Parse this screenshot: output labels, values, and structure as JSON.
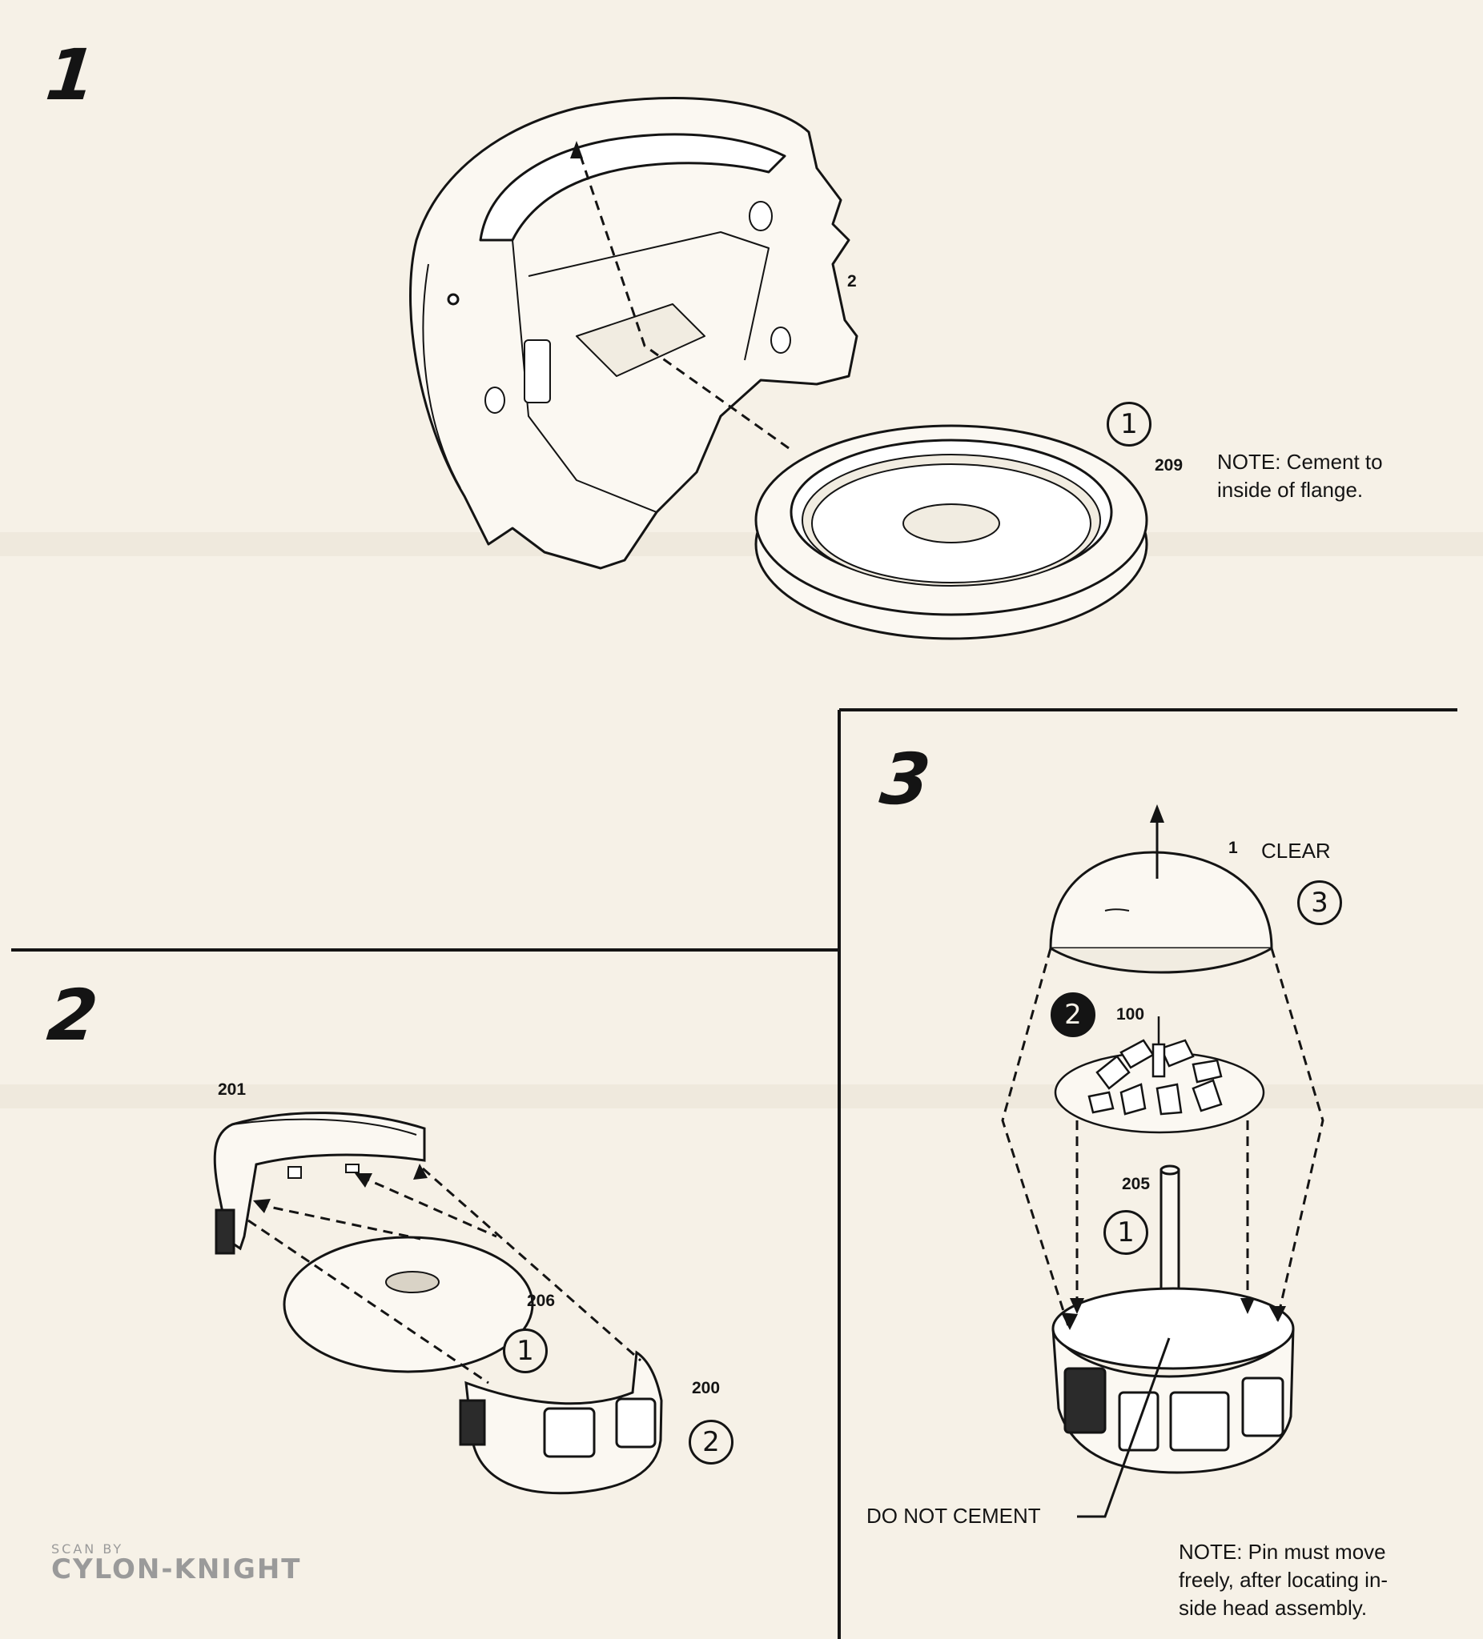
{
  "steps": [
    {
      "number": "1"
    },
    {
      "number": "2"
    },
    {
      "number": "3"
    }
  ],
  "step1": {
    "part_2": "2",
    "part_209": "209",
    "order_1": "1",
    "note_line1": "NOTE: Cement to",
    "note_line2": "inside of flange."
  },
  "step2": {
    "part_201": "201",
    "part_206": "206",
    "part_200": "200",
    "order_1": "1",
    "order_2": "2"
  },
  "step3": {
    "part_1": "1",
    "clear_label": "CLEAR",
    "order_3": "3",
    "order_2": "2",
    "part_100": "100",
    "part_205": "205",
    "order_1": "1",
    "do_not_cement": "DO NOT CEMENT",
    "note_line1": "NOTE: Pin must move",
    "note_line2": "freely, after locating in-",
    "note_line3": "side head assembly."
  },
  "watermark": {
    "line1": "SCAN BY",
    "line2": "CYLON-KNIGHT"
  }
}
